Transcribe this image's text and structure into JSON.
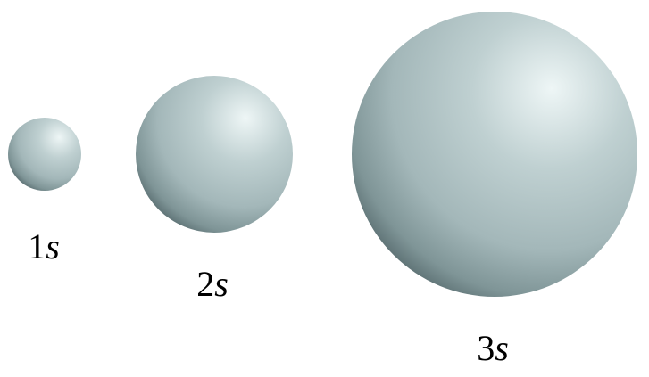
{
  "orbitals": [
    {
      "number": "1",
      "letter": "s",
      "icon": "sphere"
    },
    {
      "number": "2",
      "letter": "s",
      "icon": "sphere"
    },
    {
      "number": "3",
      "letter": "s",
      "icon": "sphere"
    }
  ],
  "colors": {
    "highlight": "#eef6f6",
    "mid": "#a9bdbf",
    "shadow": "#6f8588",
    "edge": "#55686b",
    "background": "#ffffff",
    "label": "#000000"
  }
}
